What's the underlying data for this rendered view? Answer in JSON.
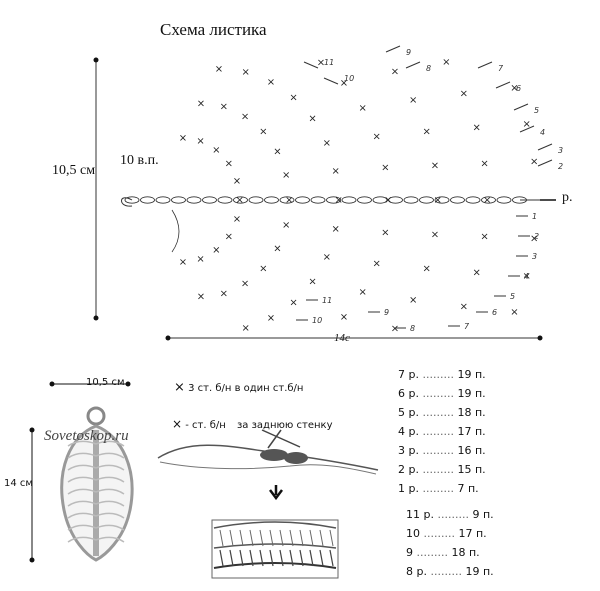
{
  "title": "Схема листика",
  "height_label": "10,5 см",
  "chain_label": "10 в.п.",
  "width_label": "14с",
  "row_start_label": "р.",
  "row_numbers_top": [
    "11",
    "10",
    "9",
    "8",
    "7",
    "6",
    "5",
    "4",
    "3",
    "2"
  ],
  "row_numbers_bottom": [
    "1",
    "2",
    "3",
    "4",
    "5",
    "6",
    "7",
    "8",
    "9",
    "10",
    "11"
  ],
  "legend": {
    "dec_symbol": "⨯",
    "dec_text": "3 ст. б/н в один ст.б/н",
    "sc_symbol": "×",
    "sc_text": "- ст. б/н",
    "back_loop_text": "за заднюю стенку"
  },
  "photo": {
    "watermark": "Sovetoskop.ru",
    "width_label": "10,5 см",
    "height_label": "14 см"
  },
  "stitch_counts_a": [
    {
      "row": "7 р.",
      "count": "19",
      "unit": "п."
    },
    {
      "row": "6 р.",
      "count": "19",
      "unit": "п."
    },
    {
      "row": "5 р.",
      "count": "18",
      "unit": "п."
    },
    {
      "row": "4 р.",
      "count": "17",
      "unit": "п."
    },
    {
      "row": "3 р.",
      "count": "16",
      "unit": "п."
    },
    {
      "row": "2 р.",
      "count": "15",
      "unit": "п."
    },
    {
      "row": "1 р.",
      "count": "7",
      "unit": "п."
    }
  ],
  "stitch_counts_b": [
    {
      "row": "11 р.",
      "count": "9",
      "unit": "п."
    },
    {
      "row": "10",
      "count": "17",
      "unit": "п."
    },
    {
      "row": "9",
      "count": "18",
      "unit": "п."
    },
    {
      "row": "8 р.",
      "count": "19",
      "unit": "п."
    }
  ]
}
